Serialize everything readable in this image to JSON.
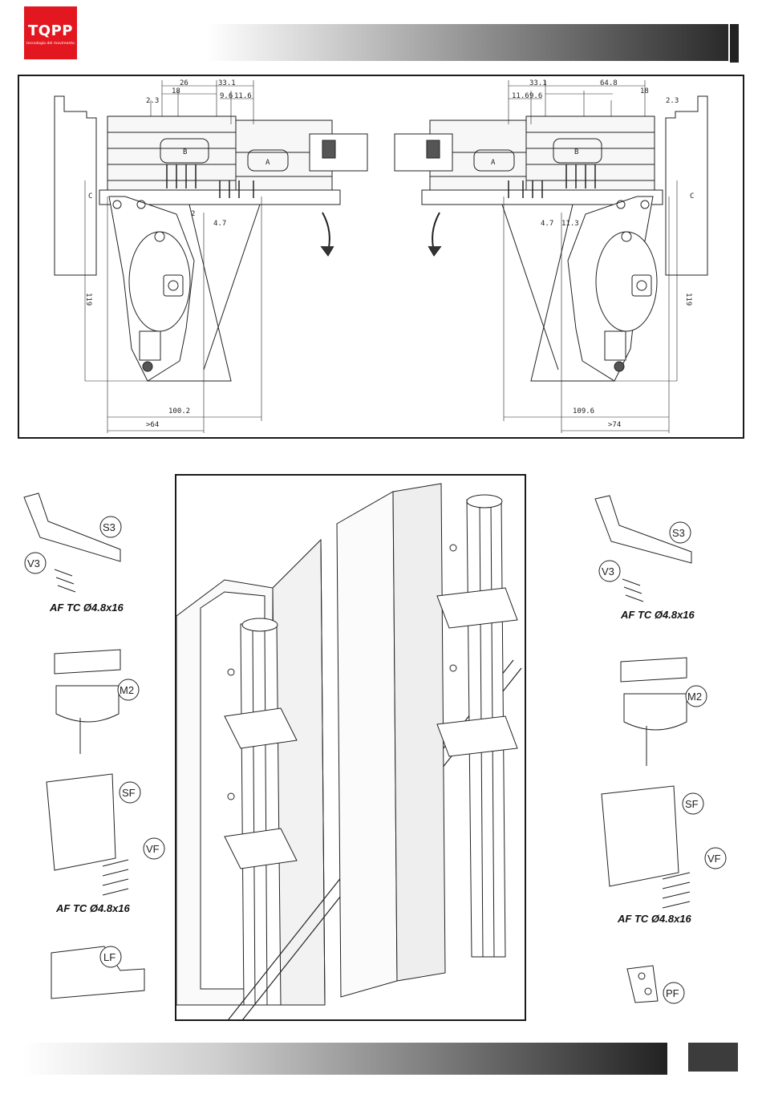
{
  "header": {
    "logo_name": "TQPP",
    "logo_tagline": "tecnologia del movimento",
    "brand_color": "#e2171f"
  },
  "top_diagram": {
    "left": {
      "dims": [
        "26",
        "33.1",
        "18",
        "2.3",
        "9.6",
        "11.6",
        "2",
        "4.7",
        "119",
        "100.2",
        ">64"
      ],
      "profile_labels": [
        "B",
        "A"
      ],
      "wall_label": "C"
    },
    "right": {
      "dims": [
        "33.1",
        "64.8",
        "11.6",
        "9.6",
        "18",
        "2.3",
        "4.7",
        "11.3",
        "119",
        "109.6",
        ">74"
      ],
      "profile_labels": [
        "B",
        "A"
      ],
      "wall_label": "C"
    }
  },
  "left_parts": {
    "s3": "S3",
    "v3": "V3",
    "screw_spec_1": "AF TC Ø4.8x16",
    "m2": "M2",
    "sf": "SF",
    "vf": "VF",
    "screw_spec_2": "AF TC Ø4.8x16",
    "lf": "LF"
  },
  "right_parts": {
    "s3": "S3",
    "v3": "V3",
    "screw_spec_1": "AF TC Ø4.8x16",
    "m2": "M2",
    "sf": "SF",
    "vf": "VF",
    "screw_spec_2": "AF TC Ø4.8x16",
    "pf": "PF"
  }
}
